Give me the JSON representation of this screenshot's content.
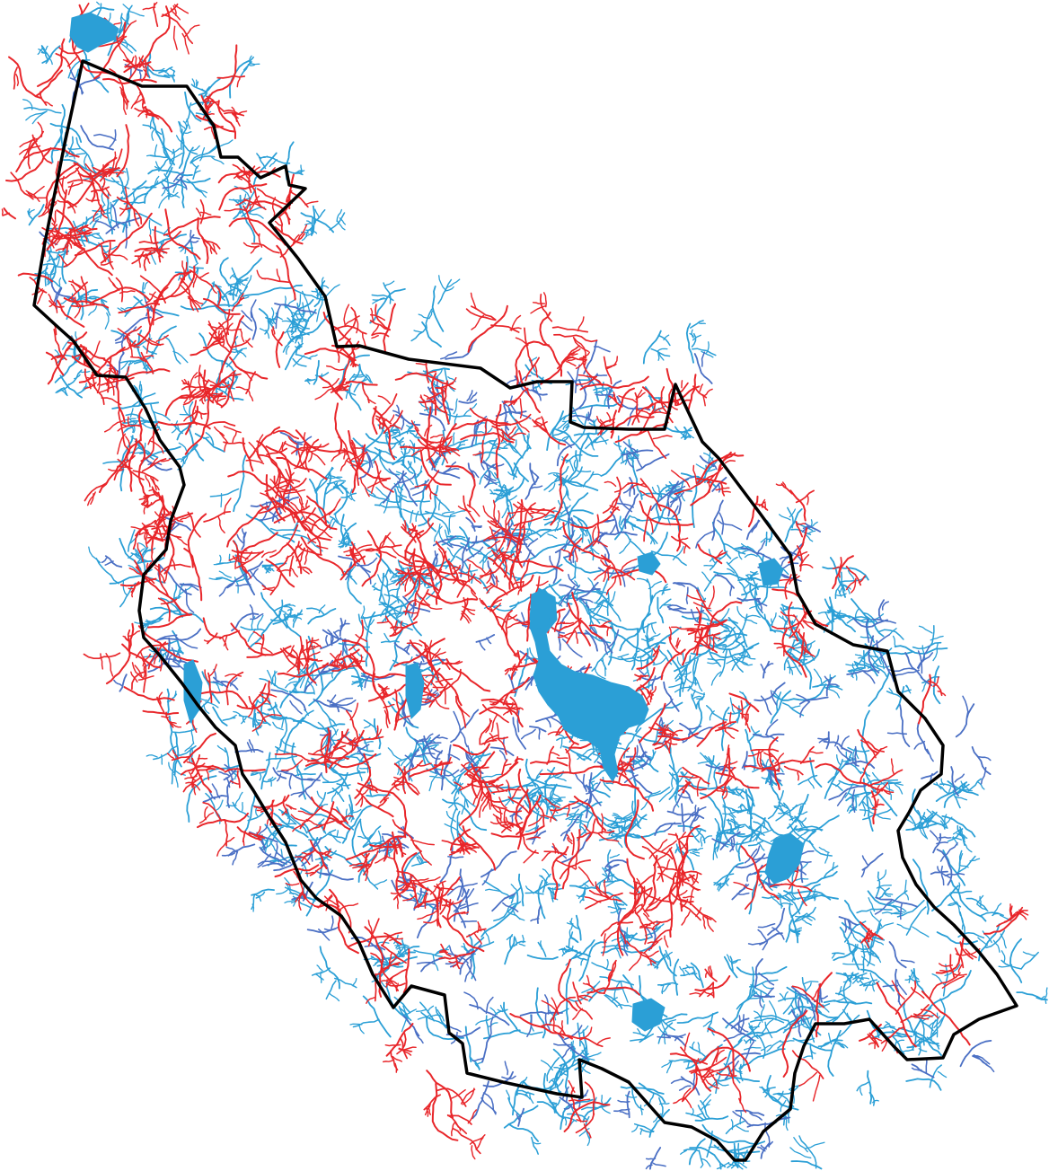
{
  "map": {
    "background": "#ffffff",
    "colors": {
      "boundary": "#000000",
      "stream_red": "#e8262a",
      "stream_light_blue": "#2b9fd6",
      "stream_dark_blue": "#4a6fc4",
      "lake": "#2b9fd6"
    },
    "layers": [
      "boundary",
      "lakes",
      "streams-red",
      "streams-light-blue",
      "streams-dark-blue"
    ]
  }
}
